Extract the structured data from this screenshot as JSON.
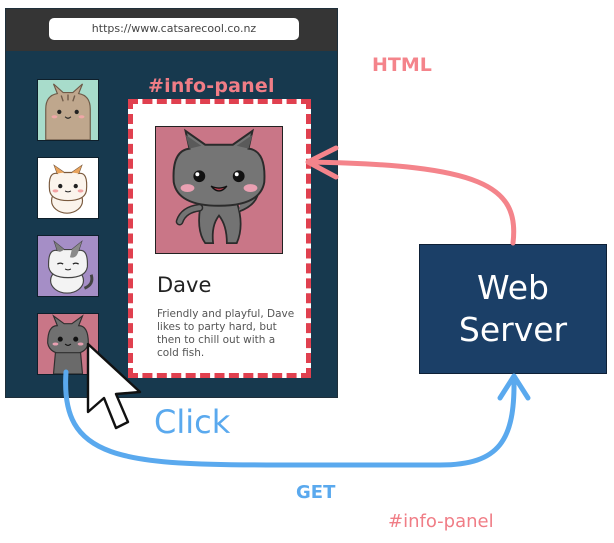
{
  "browser": {
    "url": "https://www.catsarecool.co.nz"
  },
  "thumbnails": [
    {
      "icon": "tabby-cat-icon",
      "bg": "#a8dccb"
    },
    {
      "icon": "white-calico-cat-icon",
      "bg": "#ffffff"
    },
    {
      "icon": "grey-white-cat-icon",
      "bg": "#a58ec6"
    },
    {
      "icon": "grey-cat-dave-icon",
      "bg": "#c97687"
    }
  ],
  "info_panel": {
    "title": "#info-panel",
    "cat_name": "Dave",
    "description": "Friendly and playful, Dave likes to party hard, but then to chill out with a cold fish.",
    "image_bg": "#c97687"
  },
  "server": {
    "label": "Web Server"
  },
  "arrows": {
    "response_label": "HTML",
    "response_color": "#f4848b",
    "request_label": "GET",
    "request_target": "#info-panel",
    "request_color": "#5aa9ee"
  },
  "action": {
    "label": "Click"
  },
  "colors": {
    "browser_bg": "#17394e",
    "browser_bar": "#353535",
    "server_bg": "#1b3f67",
    "panel_border": "#e0404f"
  }
}
